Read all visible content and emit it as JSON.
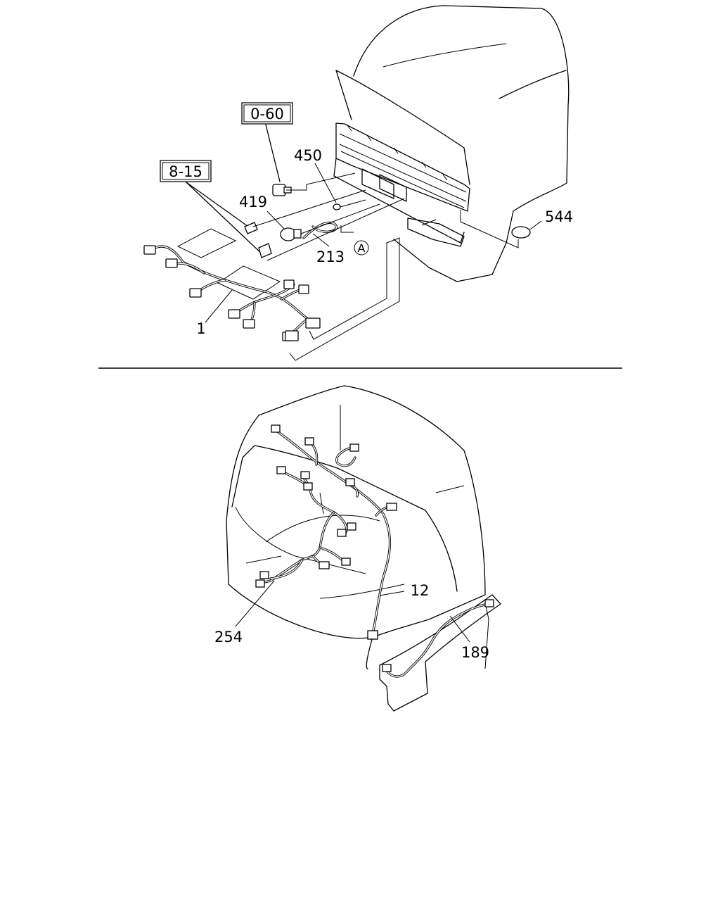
{
  "diagram": {
    "upper_view": {
      "ref_boxes": {
        "ref_0_60": "0-60",
        "ref_8_15": "8-15"
      },
      "callouts": {
        "c450": "450",
        "c419": "419",
        "c213": "213",
        "c544": "544",
        "c1": "1",
        "circle_a": "A"
      }
    },
    "lower_view": {
      "callouts": {
        "c12": "12",
        "c254": "254",
        "c189": "189"
      }
    }
  }
}
